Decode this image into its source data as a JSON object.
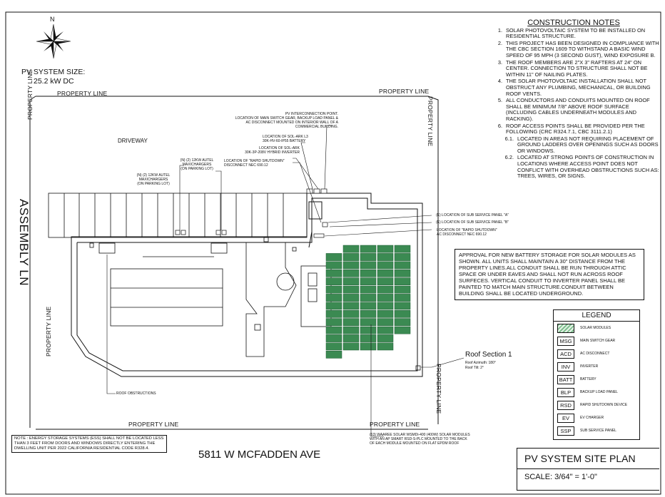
{
  "compass": {
    "label": "N"
  },
  "system": {
    "title": "PV SYSTEM SIZE:",
    "size": "25.2 kW DC"
  },
  "street": {
    "side": "ASSEMBLY LN",
    "address": "5811 W MCFADDEN AVE"
  },
  "property_line": "PROPERTY LINE",
  "driveway": "DRIVEWAY",
  "callouts": {
    "pv_interconnection": [
      "PV INTERCONNECTION POINT.",
      "LOCATION OF MAIN SWITCH GEAR, BACKUP LOAD PANEL &",
      "AC DISCONNECT MOUNTED ON INTERIOR WALL OF A",
      "COMMERCIAL BUILDING."
    ],
    "battery": [
      "LOCATION OF SOL-ARK L3",
      "30K-HV-60-IP55 BATTERY"
    ],
    "inverter": [
      "LOCATION OF SOL-ARK",
      "30K-3P-208V HYBRID INVERTER"
    ],
    "rapid_top": [
      "LOCATION OF \"RAPID SHUTDOWN\"",
      "DISCONNECT NEC 690.12"
    ],
    "charger_a": [
      "(N) (2) 12KW AUTEL",
      "MAXICHARGERS",
      "(ON PARKING LOT)"
    ],
    "charger_b": [
      "(N) (2) 12KW AUTEL",
      "MAXICHARGERS",
      "(ON PARKING LOT)"
    ],
    "sub_a": "(E) LOCATION OF SUB SERVICE PANEL \"A\"",
    "sub_b": "(E) LOCATION OF SUB SERVICE PANEL \"B\"",
    "rapid_right": [
      "LOCATION OF \"RAPID SHUTDOWN\"",
      "AC DISCONNECT NEC 690.12"
    ],
    "roof_obstructions": "ROOF OBSTRUCTIONS",
    "modules": [
      "(63) WAAREE SOLAR WSMDi-400 (400W) SOLAR MODULES",
      "WITH AN AP SMART RSD-S-PLC MOUNTED TO THE BACK",
      "OF EACH MODULE MOUNTED ON FLAT EPDM ROOF"
    ]
  },
  "roof_section": {
    "title": "Roof Section 1",
    "azimuth": "Roof Azimuth: 180°",
    "tilt": "Roof Tilt: 2°"
  },
  "construction_notes": {
    "title": "CONSTRUCTION NOTES",
    "items": [
      {
        "n": "1.",
        "text": "SOLAR PHOTOVOLTAIC SYSTEM TO BE INSTALLED ON RESIDENTIAL STRUCTURE."
      },
      {
        "n": "2.",
        "text": "THIS PROJECT HAS BEEN DESIGNED IN COMPLIANCE WITH THE CBC SECTION 1609 TO WITHSTAND A BASIC WIND SPEED OF 95 MPH (3 SECOND GUST), WIND EXPOSURE B."
      },
      {
        "n": "3.",
        "text": "THE ROOF MEMBERS ARE 2\"X 3\" RAFTERS AT 24\" ON CENTER. CONNECTION TO STRUCTURE SHALL NOT BE WITHIN 11\" OF NAILING PLATES."
      },
      {
        "n": "4.",
        "text": "THE SOLAR PHOTOVOLTAIC INSTALLATION SHALL NOT OBSTRUCT ANY PLUMBING, MECHANICAL, OR BUILDING ROOF VENTS."
      },
      {
        "n": "5.",
        "text": "ALL CONDUCTORS AND CONDUITS MOUNTED ON ROOF SHALL BE MINIMUM 7/8\" ABOVE ROOF SURFACE (INCLUDING CABLES UNDERNEATH MODULES AND RACKING)."
      },
      {
        "n": "6.",
        "text": "ROOF ACCESS POINTS SHALL BE PROVIDED PER THE FOLLOWING (CRC R324.7.1, CBC 3111.2.1)"
      }
    ],
    "subitems": [
      {
        "n": "6.1.",
        "text": "LOCATED IN AREAS NOT REQUIRING PLACEMENT OF GROUND LADDERS OVER OPENINGS SUCH AS DOORS OR WINDOWS."
      },
      {
        "n": "6.2.",
        "text": "LOCATED AT STRONG POINTS OF CONSTRUCTION IN LOCATIONS WHERE ACCESS POINT DOES NOT CONFLICT WITH OVERHEAD OBSTRUCTIONS SUCH AS: TREES, WIRES, OR SIGNS."
      }
    ]
  },
  "approval_note": "APPROVAL FOR NEW BATTERY STORAGE FOR SOLAR MODULES AS SHOWN. ALL UNITS SHALL MAINTAIN A 30\" DISTANCE FROM THE PROPERTY LINES.ALL CONDUIT SHALL BE RUN THROUGH ATTIC SPACE OR UNDER EAVES AND SHALL NOT RUN ACROSS ROOF SURFECES. VERTICAL CONDUIT TO INVERTER PANEL SHALL BE PAINTED TO MATCH MAIN STRUCTURE.CONDUIT BETWEEN BUILDING SHALL BE LOCATED UNDERGROUND.",
  "legend": {
    "title": "LEGEND",
    "items": [
      {
        "sym": "",
        "label": "SOLAR MODULES",
        "hatch": true
      },
      {
        "sym": "MSG",
        "label": "MAIN SWITCH GEAR"
      },
      {
        "sym": "ACD",
        "label": "AC DISCONNECT"
      },
      {
        "sym": "INV",
        "label": "INVERTER"
      },
      {
        "sym": "BATT",
        "label": "BATTERY"
      },
      {
        "sym": "BLP",
        "label": "BACKUP LOAD PANEL"
      },
      {
        "sym": "RSD",
        "label": "RAPID SHUTDOWN DEVICE"
      },
      {
        "sym": "EV",
        "label": "EV CHARGER"
      },
      {
        "sym": "SSP",
        "label": "SUB SERVICE PANEL"
      }
    ]
  },
  "ess_note": "NOTE : ENERGY STORAGE SYSTEMS (ESS) SHALL NOT BE LOCATED LESS THAN 3 FEET FROM DOORS AND WINDOWS DIRECTLY ENTERING THE DWELLING UNIT PER 2022 CALIFORNIA RESIDENTIAL CODE R328.4.",
  "title_block": {
    "title": "PV SYSTEM SITE PLAN",
    "scale": "SCALE: 3/64\" = 1'-0\""
  },
  "modules": {
    "count": 63,
    "color": "#3b8a52"
  }
}
